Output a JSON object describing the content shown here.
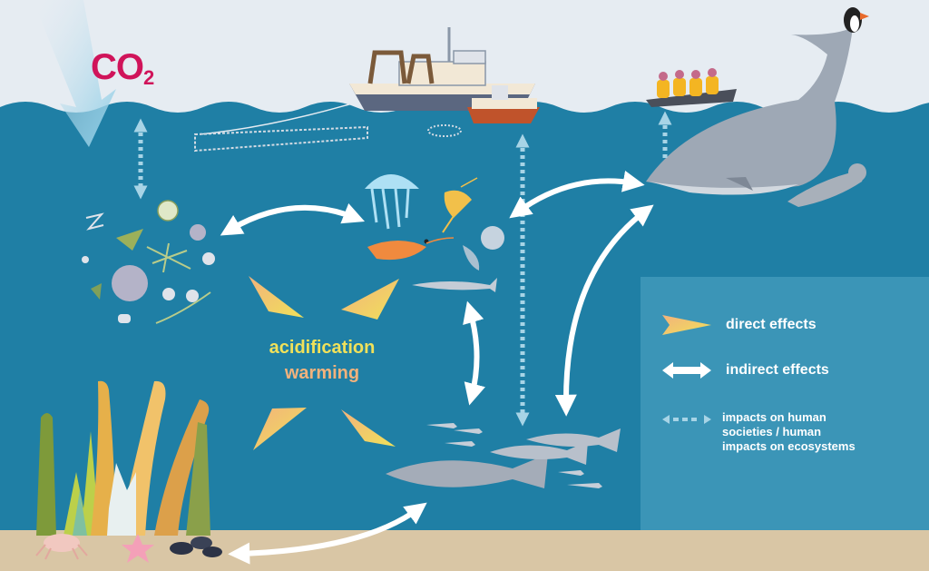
{
  "co2": {
    "main": "CO",
    "subscript": "2"
  },
  "center_labels": {
    "acidification": "acidification",
    "warming": "warming"
  },
  "legend": {
    "direct": "direct effects",
    "indirect": "indirect effects",
    "human": "impacts on human\nsocieties / human\nimpacts on ecosystems"
  },
  "colors": {
    "sky": "#e6ecf2",
    "ocean": "#1f7fa5",
    "seabed": "#d9c6a5",
    "direct_effect_orange": "#f2b27c",
    "direct_effect_yellow": "#f0e15a",
    "co2_red": "#d0145a",
    "legend_bg": "#5db2ce"
  },
  "icons": [
    "co2-arrow-icon",
    "trawler-icon",
    "fishing-net-icon",
    "small-boat-icon",
    "tourist-raft-icon",
    "whale-icon",
    "puffin-icon",
    "seal-icon",
    "jellyfish-icon",
    "krill-icon",
    "shrimp-icon",
    "pteropod-icon",
    "small-fish-icon",
    "herring-school-icon",
    "plankton-icon",
    "seaweed-icon",
    "crab-icon",
    "starfish-icon",
    "mussel-icon"
  ]
}
